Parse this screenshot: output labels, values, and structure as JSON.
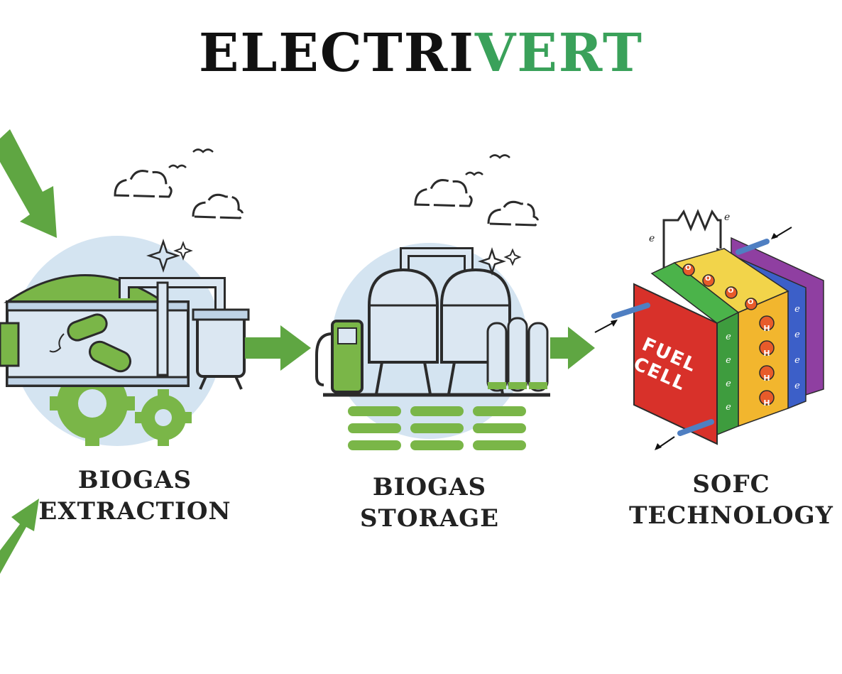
{
  "brand": {
    "part1": "ELECTRI",
    "part2": "VERT"
  },
  "stages": [
    {
      "line1": "BIOGAS",
      "line2": "EXTRACTION"
    },
    {
      "line1": "BIOGAS",
      "line2": "STORAGE"
    },
    {
      "line1": "SOFC",
      "line2": "TECHNOLOGY"
    }
  ],
  "fuel_cell": {
    "line1": "FUEL",
    "line2": "CELL"
  },
  "cell_markings": {
    "hydrogen": "H",
    "electron": "e",
    "oxygen": "O"
  },
  "colors": {
    "brand_dark": "#111111",
    "brand_green": "#3aa15a",
    "arrow_green": "#5fa642",
    "leaf_green": "#7ab648",
    "tank_blue": "#c9dcec",
    "fuel_cell_red": "#d8312a"
  }
}
